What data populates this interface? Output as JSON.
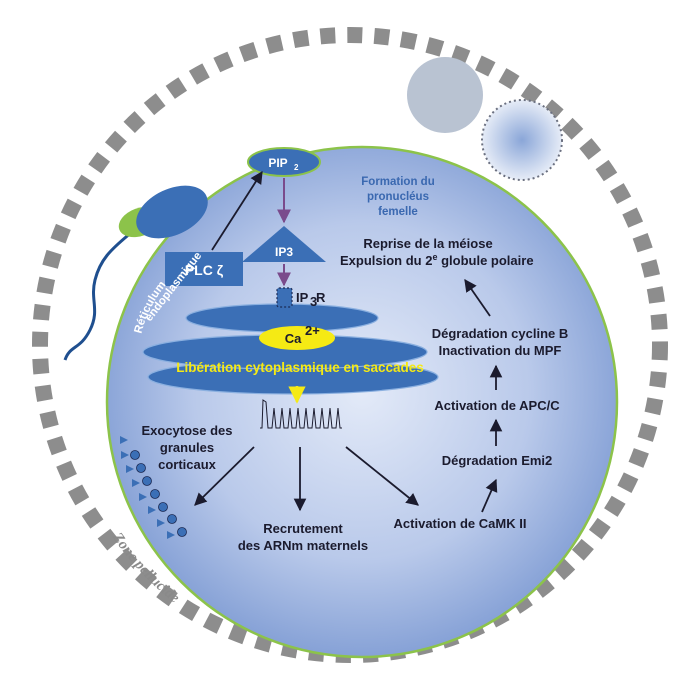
{
  "colors": {
    "cell_center": "#dde6f6",
    "cell_edge": "#7e9bd3",
    "organelle": "#3b6fb6",
    "accent_green": "#8cc34a",
    "calcium": "#f5ea14",
    "zona": "#8d8d8d",
    "label_blue": "#3a68b0",
    "arrow_purple": "#7a4b8c",
    "text_dark": "#1b1b2e"
  },
  "labels": {
    "zona": "Zone pellucide",
    "pip2_main": "PIP",
    "pip2_sub": "2",
    "ip3": "IP3",
    "plc": "PLC ζ",
    "ip3r_main": "IP",
    "ip3r_sub": "3",
    "ip3r_end": "R",
    "reticulum_line1": "Réticulum",
    "reticulum_line2": "endoplasmique",
    "ca_main": "Ca",
    "ca_sup": "2+",
    "liberation": "Libération cytoplasmique en saccades",
    "pronucleus_line1": "Formation du",
    "pronucleus_line2": "pronucléus",
    "pronucleus_line3": "femelle",
    "meiose_line1": "Reprise de la méiose",
    "meiose_line2a": "Expulsion du 2",
    "meiose_line2_sup": "e",
    "meiose_line2b": " globule polaire",
    "cycline_line1": "Dégradation cycline B",
    "cycline_line2": "Inactivation du MPF",
    "apc": "Activation de APC/C",
    "emi2": "Dégradation Emi2",
    "camk": "Activation de CaMK II",
    "recrutement_line1": "Recrutement",
    "recrutement_line2": "des ARNm maternels",
    "exocytose_line1": "Exocytose des",
    "exocytose_line2": "granules",
    "exocytose_line3": "corticaux"
  },
  "icons": {
    "sperm": "sperm-icon",
    "polar_body_1": "polar-body-icon",
    "polar_body_2": "polar-body-icon",
    "calcium_trace": "calcium-oscillation-icon"
  }
}
